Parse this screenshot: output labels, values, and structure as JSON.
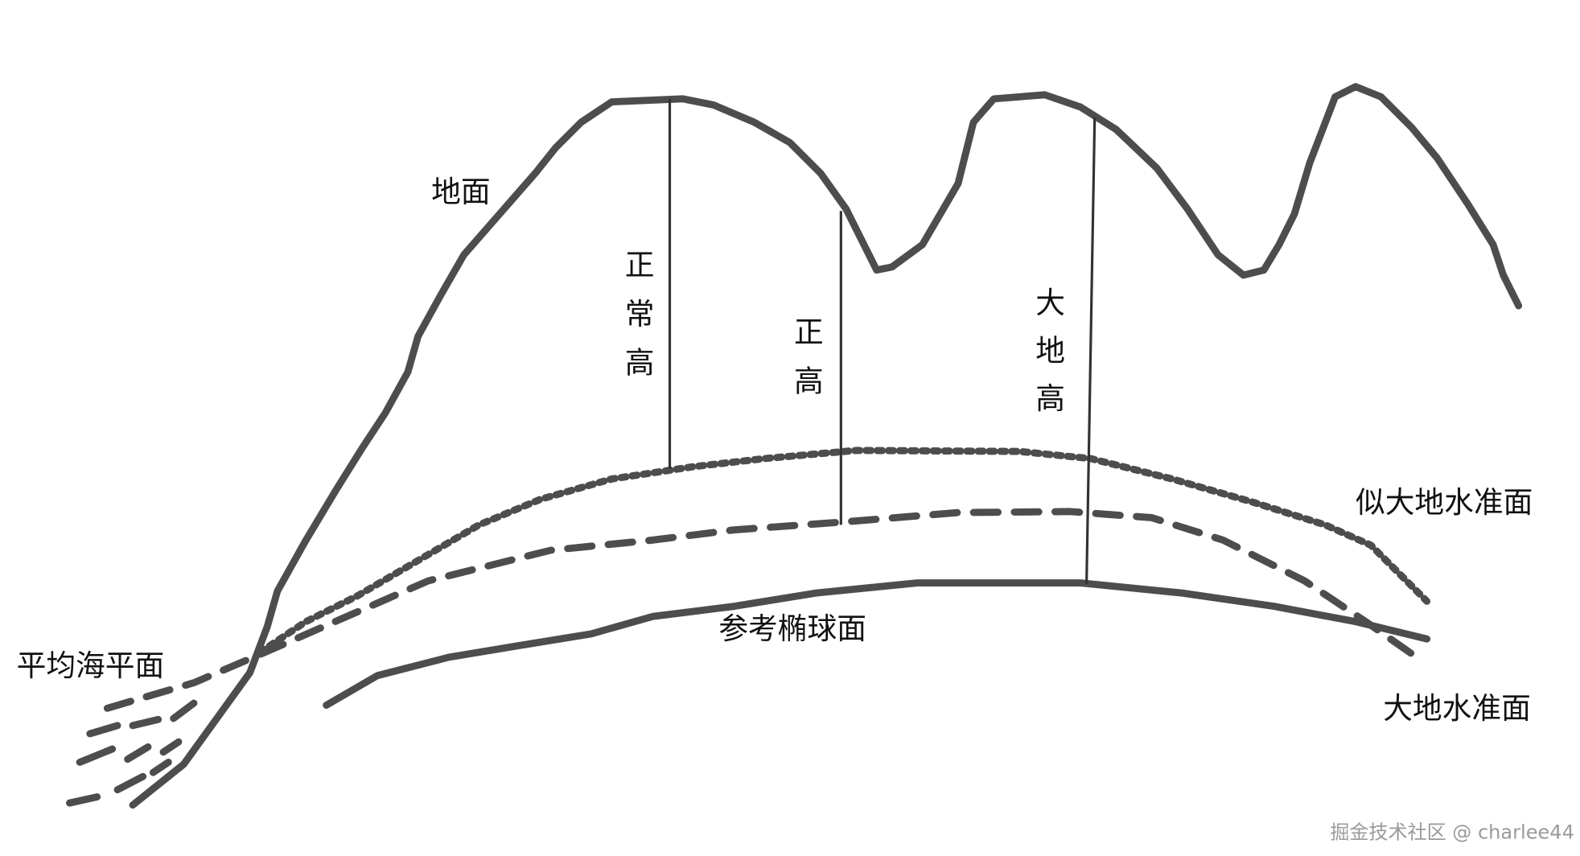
{
  "labels": {
    "ground": "地面",
    "normal_height": [
      "正",
      "常",
      "高"
    ],
    "orthometric_height": [
      "正",
      "高"
    ],
    "geodetic_height": [
      "大",
      "地",
      "高"
    ],
    "quasigeoid": "似大地水准面",
    "reference_ellipsoid": "参考椭球面",
    "mean_sea_level": "平均海平面",
    "geoid": "大地水准面"
  },
  "watermark": "掘金技术社区 @ charlee44",
  "colors": {
    "stroke": "#4d4d4d",
    "text": "#111111",
    "watermark": "#9a9a9a"
  }
}
